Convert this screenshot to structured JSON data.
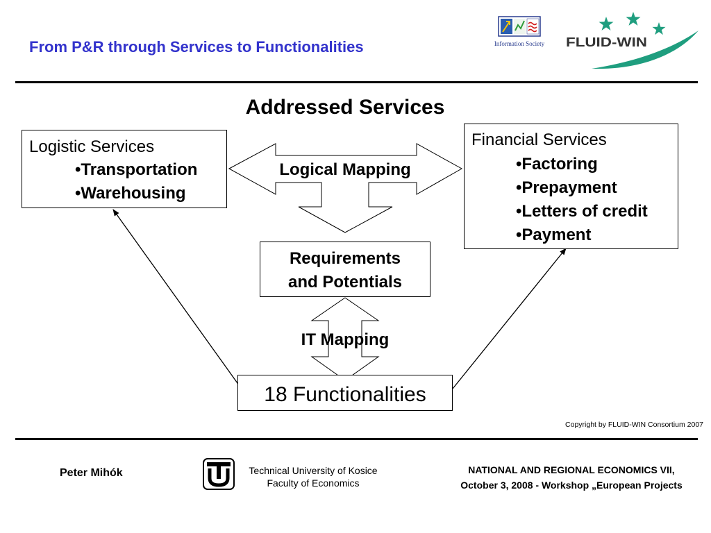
{
  "slide": {
    "title": "From P&R through Services to Functionalities",
    "heading": "Addressed Services",
    "logistic": {
      "title": "Logistic Services",
      "items": [
        "•Transportation",
        "•Warehousing"
      ]
    },
    "financial": {
      "title": "Financial  Services",
      "items": [
        "•Factoring",
        "•Prepayment",
        "•Letters of credit",
        "•Payment"
      ]
    },
    "logical_mapping": "Logical Mapping",
    "requirements": [
      "Requirements",
      "and Potentials"
    ],
    "it_mapping": "IT Mapping",
    "functionalities": "18 Functionalities",
    "copyright": "Copyright by FLUID-WIN Consortium 2007"
  },
  "logos": {
    "information_society": "Information Society",
    "fluid_win": "FLUID-WIN"
  },
  "footer": {
    "author": "Peter Mihók",
    "university": [
      "Technical University of Kosice",
      "Faculty of Economics"
    ],
    "event": [
      "NATIONAL AND REGIONAL ECONOMICS VII,",
      "October 3, 2008 - Workshop „European Projects"
    ]
  },
  "colors": {
    "title": "#3333cc",
    "fluid_win_green": "#1f9e7f",
    "info_society_blue": "#2a3d8f"
  },
  "icons": [
    "information-society-logo",
    "fluid-win-logo",
    "star-icon",
    "tu-kosice-logo",
    "arrow-icon"
  ]
}
